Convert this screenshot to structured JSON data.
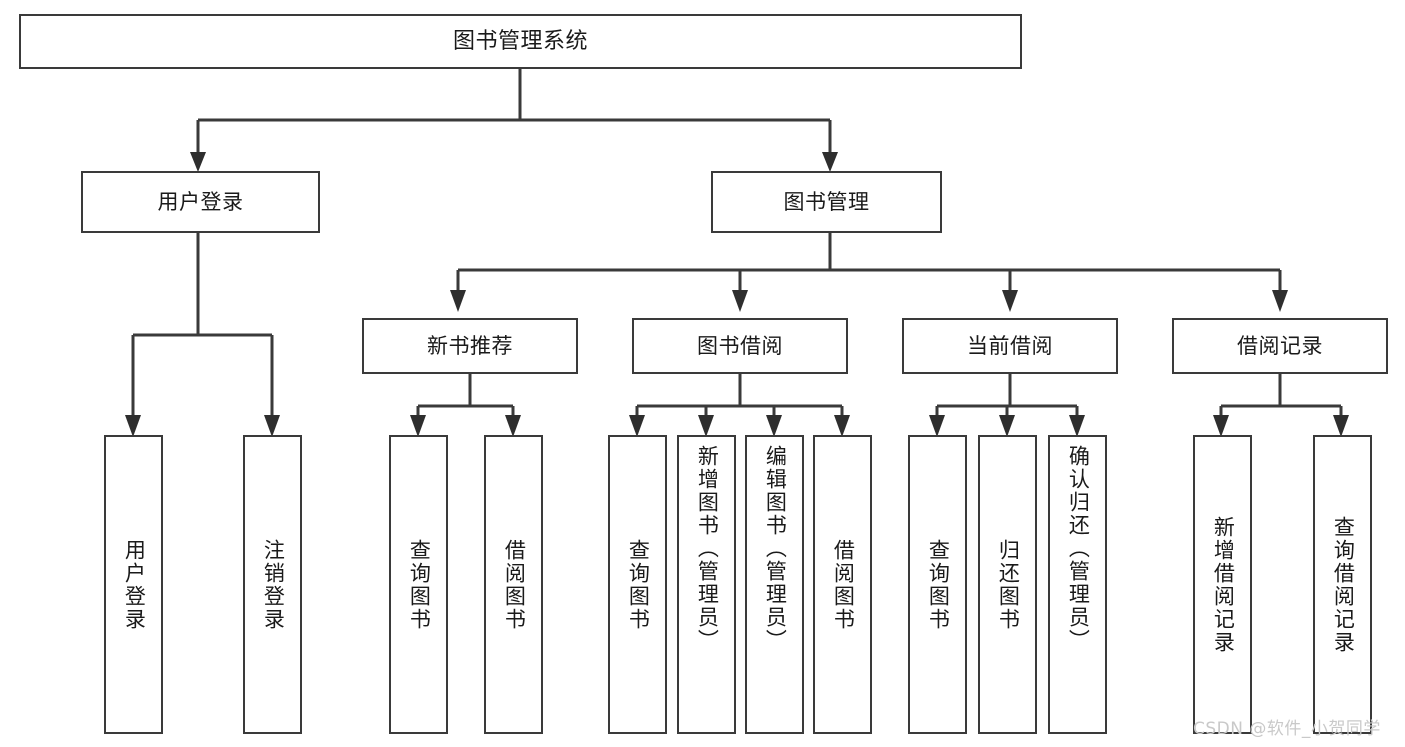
{
  "diagram": {
    "title": "图书管理系统",
    "type": "tree-hierarchy-chart",
    "root": {
      "label": "图书管理系统"
    },
    "tier2": [
      {
        "label": "用户登录"
      },
      {
        "label": "图书管理"
      }
    ],
    "tier3": [
      {
        "label": "新书推荐"
      },
      {
        "label": "图书借阅"
      },
      {
        "label": "当前借阅"
      },
      {
        "label": "借阅记录"
      }
    ],
    "leaves": {
      "user_login": [
        {
          "label": "用户登录"
        },
        {
          "label": "注销登录"
        }
      ],
      "new_book_recommend": [
        {
          "label": "查询图书"
        },
        {
          "label": "借阅图书"
        }
      ],
      "book_borrow": [
        {
          "label": "查询图书"
        },
        {
          "label": "新增图书（管理员）"
        },
        {
          "label": "编辑图书（管理员）"
        },
        {
          "label": "借阅图书"
        }
      ],
      "current_borrow": [
        {
          "label": "查询图书"
        },
        {
          "label": "归还图书"
        },
        {
          "label": "确认归还（管理员）"
        }
      ],
      "borrow_record": [
        {
          "label": "新增借阅记录"
        },
        {
          "label": "查询借阅记录"
        }
      ]
    }
  },
  "watermark": {
    "text": "CSDN @软件_小贺同学"
  },
  "colors": {
    "stroke": "#3a3a3a",
    "background": "#ffffff",
    "text": "#1a1a1a",
    "watermark": "#c9c9c9"
  }
}
